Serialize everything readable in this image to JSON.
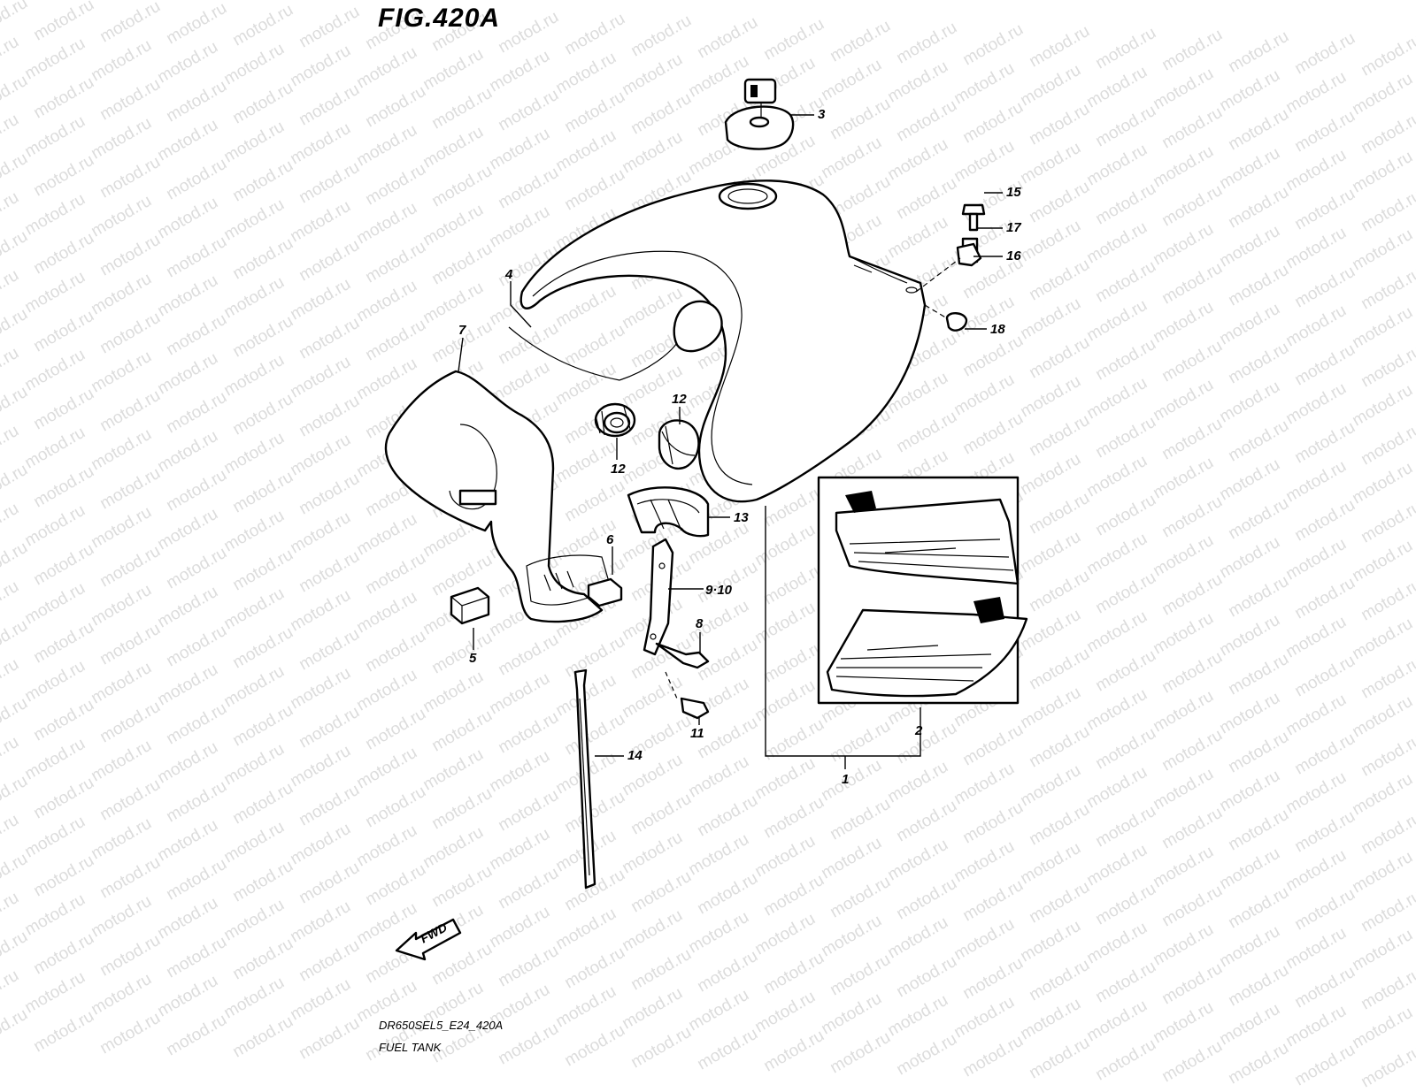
{
  "figure": {
    "title": "FIG.420A",
    "code": "DR650SEL5_E24_420A",
    "caption": "FUEL TANK",
    "watermark": "motod.ru",
    "fwd_label": "FWD"
  },
  "callouts": [
    {
      "id": "c1",
      "label": "1"
    },
    {
      "id": "c2",
      "label": "2"
    },
    {
      "id": "c3",
      "label": "3"
    },
    {
      "id": "c4",
      "label": "4"
    },
    {
      "id": "c5",
      "label": "5"
    },
    {
      "id": "c6",
      "label": "6"
    },
    {
      "id": "c7",
      "label": "7"
    },
    {
      "id": "c8",
      "label": "8"
    },
    {
      "id": "c9_10",
      "label": "9·10"
    },
    {
      "id": "c11",
      "label": "11"
    },
    {
      "id": "c12a",
      "label": "12"
    },
    {
      "id": "c12b",
      "label": "12"
    },
    {
      "id": "c13",
      "label": "13"
    },
    {
      "id": "c14",
      "label": "14"
    },
    {
      "id": "c15",
      "label": "15"
    },
    {
      "id": "c16",
      "label": "16"
    },
    {
      "id": "c17",
      "label": "17"
    },
    {
      "id": "c18",
      "label": "18"
    }
  ],
  "colors": {
    "line": "#000000",
    "watermark": "#dcdcdc",
    "background": "#ffffff"
  }
}
